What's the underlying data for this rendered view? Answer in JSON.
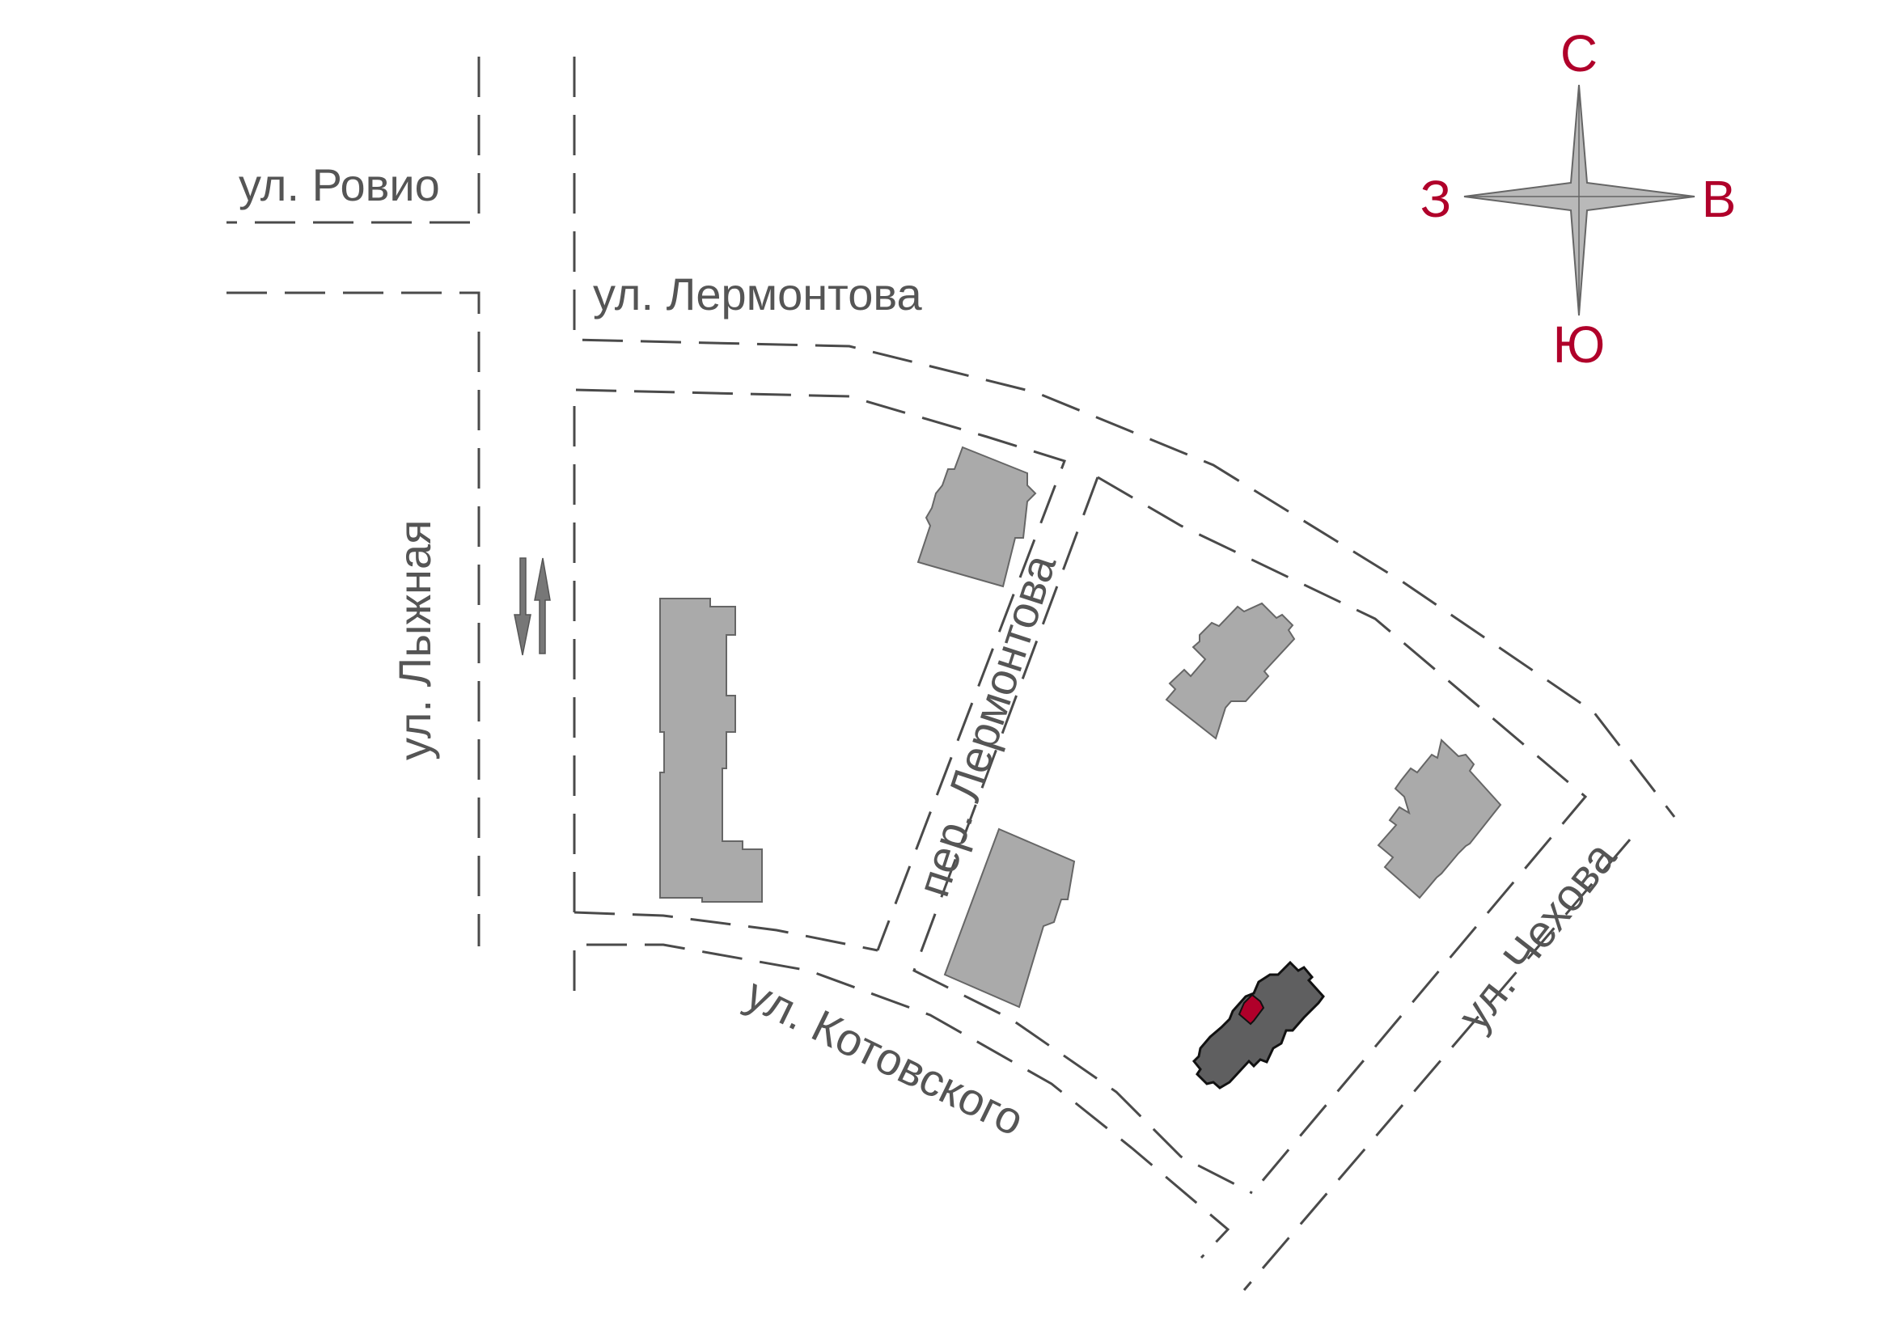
{
  "map": {
    "streets": {
      "rovio": "ул. Ровио",
      "lermontova": "ул. Лермонтова",
      "lyzhnaya": "ул. Лыжная",
      "per_lermontova": "пер. Лермонтова",
      "kotovskogo": "ул. Котовского",
      "chekhova": "ул. Чехова"
    },
    "compass": {
      "north": "С",
      "south": "Ю",
      "west": "З",
      "east": "В"
    },
    "colors": {
      "accent": "#b0002a",
      "building": "#aaaaaa",
      "target_building": "#5f5f60",
      "road": "#4a4a4a",
      "label": "#555555"
    },
    "icons": {
      "compass": "compass-rose-icon",
      "traffic": "two-way-arrows-icon"
    }
  }
}
